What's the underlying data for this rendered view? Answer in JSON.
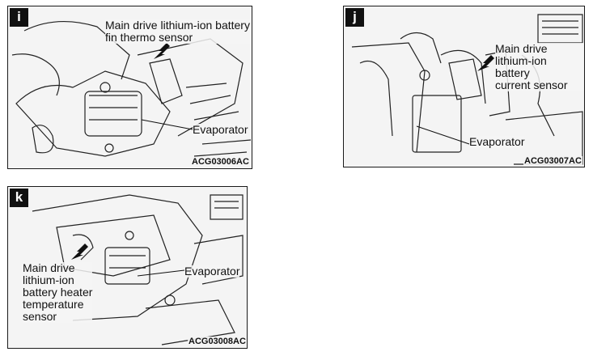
{
  "panels": [
    {
      "letter": "i",
      "labels": {
        "sensor": "Main drive lithium-ion battery\nfin thermo sensor",
        "evaporator": "Evaporator"
      },
      "code": "ACG03006AC"
    },
    {
      "letter": "j",
      "labels": {
        "sensor": "Main drive\nlithium-ion battery\ncurrent sensor",
        "evaporator": "Evaporator"
      },
      "code": "ACG03007AC"
    },
    {
      "letter": "k",
      "labels": {
        "sensor": "Main drive\nlithium-ion\nbattery heater\ntemperature\nsensor",
        "evaporator": "Evaporator"
      },
      "code": "ACG03008AC"
    }
  ]
}
